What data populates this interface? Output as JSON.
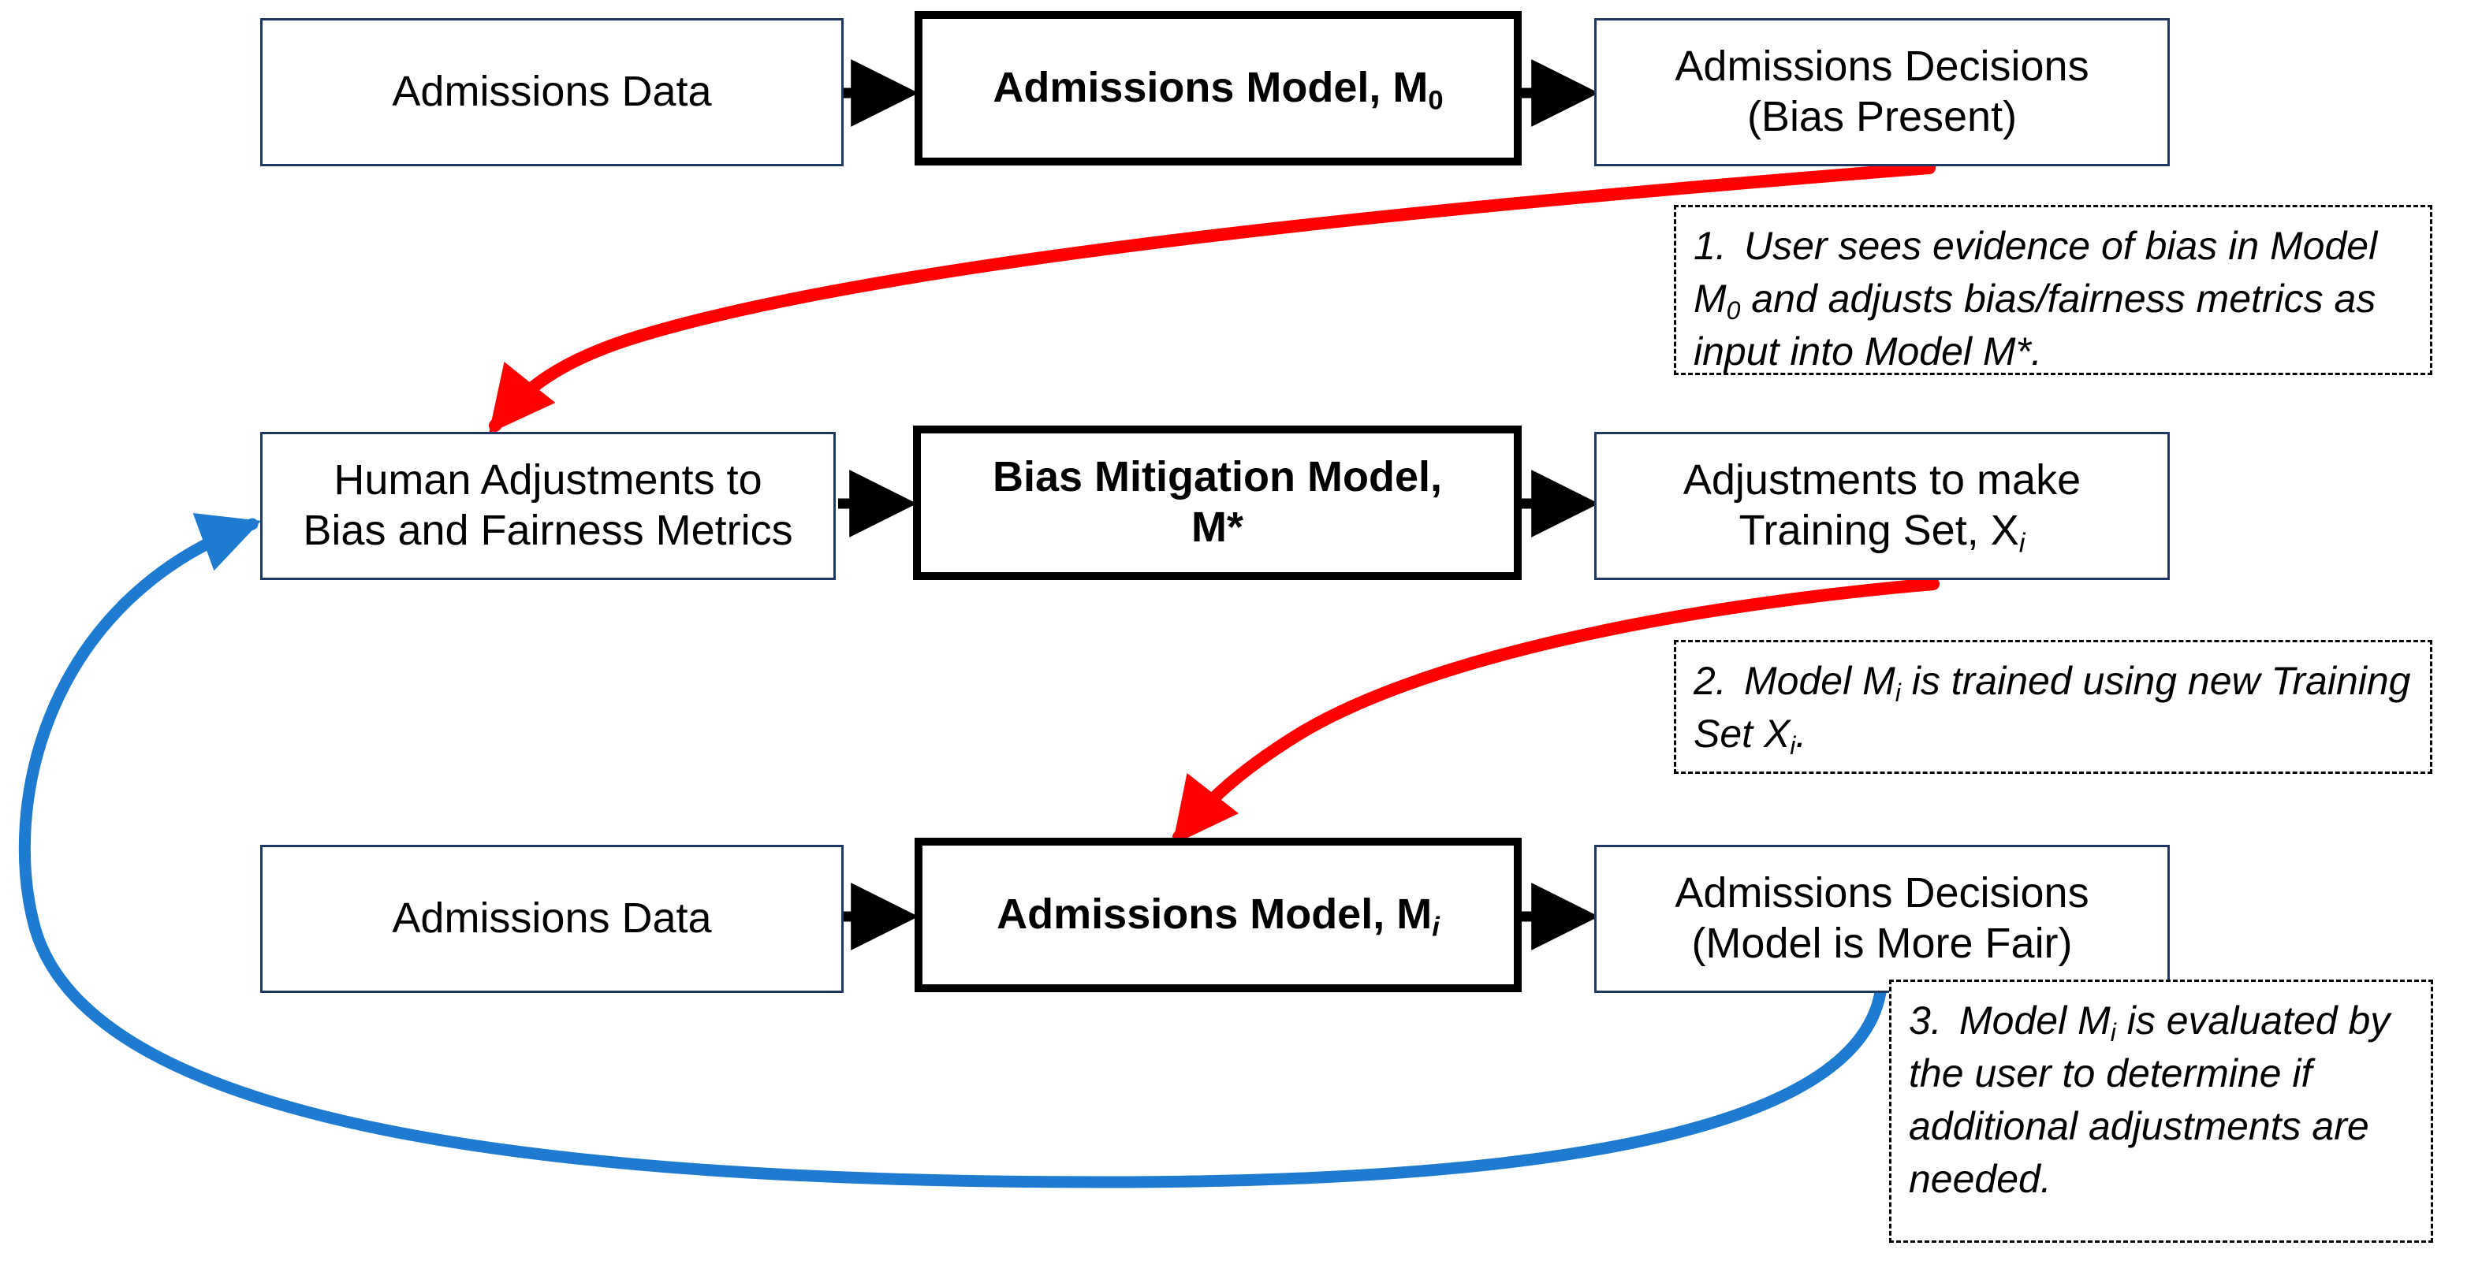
{
  "diagram": {
    "title": "Bias mitigation feedback loop for an admissions model",
    "colors": {
      "data_box_border": "#1F3864",
      "model_box_border": "#000000",
      "feedback_arrow_red": "#FF0000",
      "feedback_arrow_blue": "#1F7BD0",
      "connector_black": "#000000",
      "callout_border": "#000000",
      "background": "#FFFFFF"
    },
    "nodes": [
      {
        "id": "admissions-data-top",
        "type": "data",
        "lines": [
          "Admissions Data"
        ]
      },
      {
        "id": "admissions-model-m0",
        "type": "model",
        "lines": [
          "Admissions Model, M"
        ],
        "subscript": "0"
      },
      {
        "id": "admissions-decisions-biased",
        "type": "data",
        "lines": [
          "Admissions Decisions",
          "(Bias Present)"
        ]
      },
      {
        "id": "human-adjustments",
        "type": "data",
        "lines": [
          "Human Adjustments to",
          "Bias and Fairness Metrics"
        ]
      },
      {
        "id": "bias-mitigation-model",
        "type": "model",
        "lines": [
          "Bias Mitigation Model,",
          "M*"
        ]
      },
      {
        "id": "training-set-adjustments",
        "type": "data",
        "lines": [
          "Adjustments to make",
          "Training Set, X"
        ],
        "subscript": "i"
      },
      {
        "id": "admissions-data-bottom",
        "type": "data",
        "lines": [
          "Admissions Data"
        ]
      },
      {
        "id": "admissions-model-mi",
        "type": "model",
        "lines": [
          "Admissions Model, M"
        ],
        "subscript": "i"
      },
      {
        "id": "admissions-decisions-fair",
        "type": "data",
        "lines": [
          "Admissions Decisions",
          "(Model is More Fair)"
        ]
      }
    ],
    "callouts": [
      {
        "id": "callout-1",
        "number": "1.",
        "text_parts": [
          "User sees evidence of bias in Model M",
          "0",
          " and adjusts bias/fairness metrics as input into Model M*."
        ],
        "full_text": "1.  User sees evidence of bias in Model M0 and adjusts bias/fairness metrics as input into Model M*."
      },
      {
        "id": "callout-2",
        "number": "2.",
        "text_parts": [
          "Model M",
          "i",
          " is trained using new Training Set X",
          "i",
          "."
        ],
        "full_text": "2.  Model Mi is trained using new Training Set Xi."
      },
      {
        "id": "callout-3",
        "number": "3.",
        "text_parts": [
          "Model M",
          "i",
          " is evaluated by the user to determine if additional adjustments are needed."
        ],
        "full_text": "3.  Model Mi is evaluated by the user to determine if additional adjustments are needed."
      }
    ],
    "connectors": [
      {
        "id": "arrow-data-to-m0",
        "color": "#000000",
        "kind": "straight"
      },
      {
        "id": "arrow-m0-to-decisions",
        "color": "#000000",
        "kind": "straight"
      },
      {
        "id": "arrow-human-to-mstar",
        "color": "#000000",
        "kind": "straight"
      },
      {
        "id": "arrow-mstar-to-trainingset",
        "color": "#000000",
        "kind": "straight"
      },
      {
        "id": "arrow-data-to-mi",
        "color": "#000000",
        "kind": "straight"
      },
      {
        "id": "arrow-mi-to-decisions-fair",
        "color": "#000000",
        "kind": "straight"
      },
      {
        "id": "feedback-red-step1",
        "color": "#FF0000",
        "kind": "curved"
      },
      {
        "id": "feedback-red-step2",
        "color": "#FF0000",
        "kind": "curved"
      },
      {
        "id": "feedback-blue-step3",
        "color": "#1F7BD0",
        "kind": "curved"
      }
    ]
  }
}
